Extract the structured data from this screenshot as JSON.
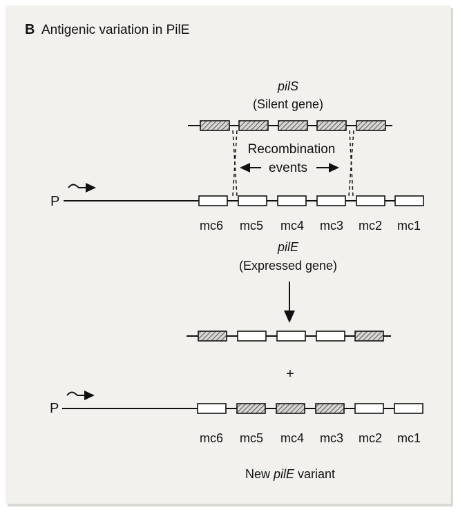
{
  "figure": {
    "panel_letter": "B",
    "title": "Antigenic variation in PilE"
  },
  "silent_gene": {
    "name": "pilS",
    "description": "(Silent gene)"
  },
  "recombination": {
    "label_line1": "Recombination",
    "label_line2": "events"
  },
  "promoter": {
    "label": "P"
  },
  "expressed_gene": {
    "name": "pilE",
    "description": "(Expressed gene)"
  },
  "minicassettes": {
    "labels": [
      "mc6",
      "mc5",
      "mc4",
      "mc3",
      "mc2",
      "mc1"
    ]
  },
  "product": {
    "plus": "+",
    "variant_prefix": "New ",
    "variant_name": "pilE",
    "variant_suffix": " variant"
  },
  "rows": {
    "silent_cassettes": [
      "hatched",
      "hatched",
      "hatched",
      "hatched",
      "hatched"
    ],
    "expressed_cassettes": [
      "open",
      "open",
      "open",
      "open",
      "open",
      "open"
    ],
    "excised_cassettes": [
      "hatched",
      "open",
      "open",
      "open",
      "hatched"
    ],
    "variant_cassettes": [
      "open",
      "hatched",
      "hatched",
      "hatched",
      "open",
      "open"
    ]
  },
  "colors": {
    "ink": "#111111",
    "paper": "#f2f1ee",
    "box_fill": "#ffffff"
  },
  "icons": [
    "promoter-arrow-icon",
    "down-arrow-icon",
    "double-arrow-icon"
  ]
}
